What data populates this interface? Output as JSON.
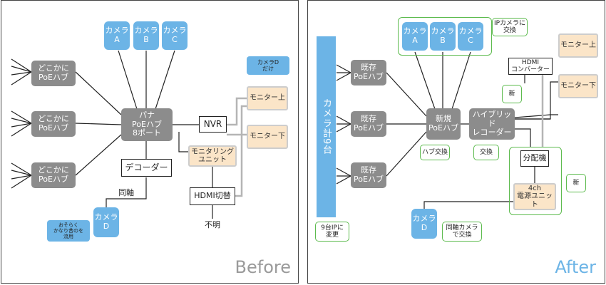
{
  "before": {
    "label": "Before",
    "hubs": [
      "どこかに\nPoEハブ",
      "どこかに\nPoEハブ",
      "どこかに\nPoEハブ"
    ],
    "cameras": [
      "カメラ\nA",
      "カメラ\nB",
      "カメラ\nC"
    ],
    "camera_d": "カメラ\nD",
    "main_hub": "パナ\nPoEハブ\n8ポート",
    "nvr": "NVR",
    "decoder": "デコーダー",
    "monitoring_unit": "モニタリング\nユニット",
    "hdmi_switch": "HDMI切替",
    "unknown": "不明",
    "coax": "同軸",
    "monitor_top": "モニター上",
    "monitor_bottom": "モニター下",
    "note_camera_d_only": "カメラD\nだけ",
    "note_coax": "おそらく\nかなり昔のを\n流用"
  },
  "after": {
    "label": "After",
    "total": "カメラ計9台",
    "hubs": [
      "既存\nPoEハブ",
      "既存\nPoEハブ",
      "既存\nPoEハブ"
    ],
    "cameras": [
      "カメラ\nA",
      "カメラ\nB",
      "カメラ\nC"
    ],
    "camera_d": "カメラ\nD",
    "new_hub": "新規\nPoEハブ",
    "hybrid_recorder": "ハイブリッド\nレコーダー",
    "hdmi_converter": "HDMI\nコンバーター",
    "splitter": "分配機",
    "power_unit": "4ch\n電源ユニット",
    "monitor_top": "モニター上",
    "monitor_bottom": "モニター下",
    "note_ip_camera": "IPカメラに\n交換",
    "note_new_1": "新",
    "note_new_2": "新",
    "note_hub_swap": "ハブ交換",
    "note_swap": "交換",
    "note_9_ip": "9台IPに\n変更",
    "note_coax_swap": "同軸カメラ\nで交換"
  },
  "colors": {
    "hub_gray": "#8c8c8c",
    "camera_blue": "#6cb4e6",
    "monitor_beige": "#fbe5c8",
    "note_green": "#5dbb4e",
    "line_gray": "#b5b5b5"
  }
}
